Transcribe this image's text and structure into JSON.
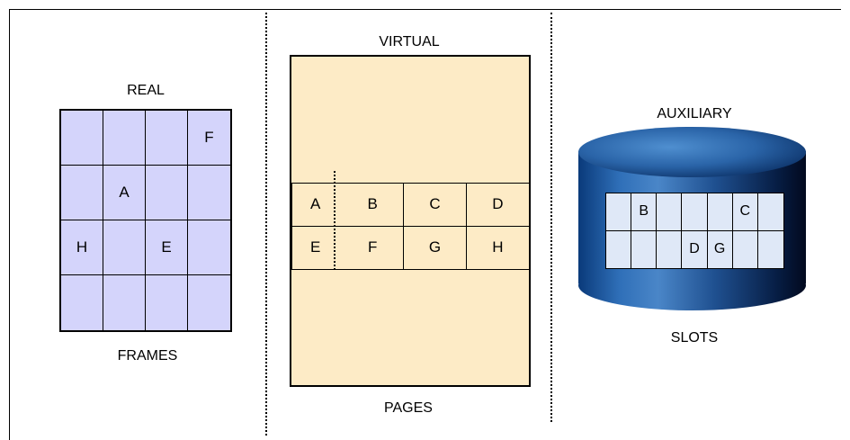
{
  "labels": {
    "real": "REAL",
    "frames": "FRAMES",
    "virtual": "VIRTUAL",
    "pages": "PAGES",
    "auxiliary": "AUXILIARY",
    "slots": "SLOTS"
  },
  "real_frames": [
    "",
    "",
    "",
    "F",
    "",
    "A",
    "",
    "",
    "H",
    "",
    "E",
    "",
    "",
    "",
    "",
    ""
  ],
  "virtual_pages": [
    "A",
    "B",
    "C",
    "D",
    "E",
    "F",
    "G",
    "H"
  ],
  "aux_slots": [
    "",
    "B",
    "",
    "",
    "",
    "C",
    "",
    "",
    "",
    "",
    "D",
    "G",
    "",
    ""
  ],
  "colors": {
    "real_fill": "#d4d4fb",
    "virtual_fill": "#fdebc6",
    "slot_fill": "#dfe8f7",
    "cylinder_blue": "#2f6fb8"
  }
}
